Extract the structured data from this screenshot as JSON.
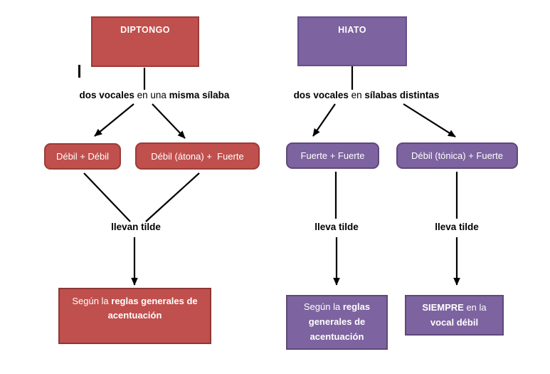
{
  "colors": {
    "red_fill": "#c0504d",
    "red_border": "#9a3c39",
    "purple_fill": "#7d639f",
    "purple_border": "#5f497a",
    "line": "#000000",
    "text_on_box": "#ffffff"
  },
  "left": {
    "title": "DIPTONGO",
    "condition": {
      "bold1": "dos vocales",
      "normal": " en una ",
      "bold2": "misma sílaba"
    },
    "nodes": {
      "a": "Débil + Débil",
      "b": "Débil (átona) +  Fuerte"
    },
    "tilde_label": "llevan tilde",
    "result": {
      "normal": "Según la ",
      "bold": "reglas generales de acentuación"
    }
  },
  "right": {
    "title": "HIATO",
    "condition": {
      "bold1": "dos vocales",
      "normal": " en ",
      "bold2": "sílabas distintas"
    },
    "nodes": {
      "a": "Fuerte + Fuerte",
      "b": "Débil (tónica) + Fuerte"
    },
    "tilde_label_a": "lleva tilde",
    "tilde_label_b": "lleva tilde",
    "result_a": {
      "normal": "Según la ",
      "bold": "reglas generales de acentuación"
    },
    "result_b": {
      "bold1": "SIEMPRE",
      "normal": " en la ",
      "bold2": "vocal débil"
    }
  }
}
